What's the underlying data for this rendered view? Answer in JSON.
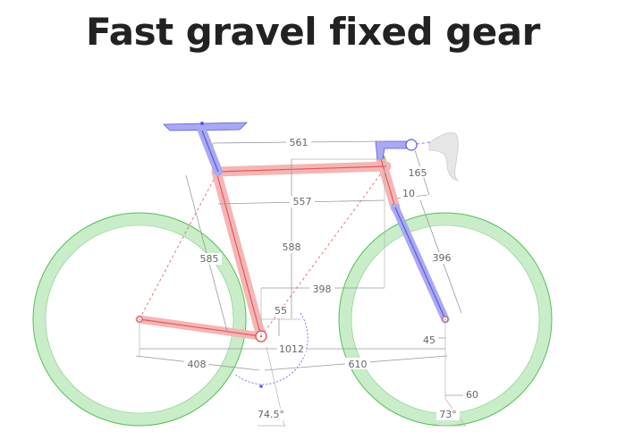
{
  "title": "Fast gravel fixed gear",
  "dimensions": {
    "top_tube_effective": "561",
    "stem_rise": "165",
    "top_tube": "557",
    "head_tube_gap": "10",
    "seat_tube": "585",
    "stack": "588",
    "fork_length": "396",
    "reach": "398",
    "bb_drop": "55",
    "wheelbase": "1012",
    "fork_offset": "45",
    "chainstay": "408",
    "front_center": "610",
    "trail": "60",
    "seat_angle": "74.5°",
    "head_angle": "73°"
  },
  "colors": {
    "frame": "#e05a5a",
    "frame_fill": "#f5b5b5",
    "steering": "#5a5ae0",
    "steering_fill": "#a9a9f2",
    "tire": "#55c055",
    "tire_fill": "#c8edc8",
    "dimension": "#9a9a9a"
  }
}
